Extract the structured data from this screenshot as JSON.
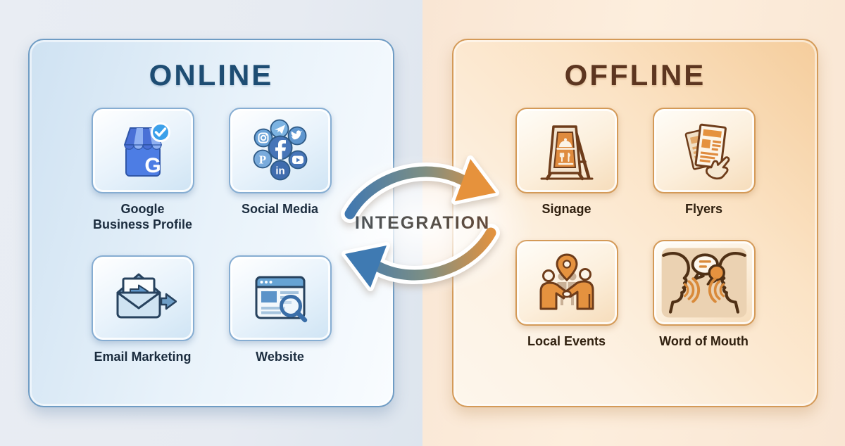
{
  "center": {
    "label": "INTEGRATION"
  },
  "online": {
    "title": "ONLINE",
    "items": [
      {
        "label": "Google Business Profile",
        "line1": "Google",
        "line2": "Business Profile",
        "icon": "google-business-profile-icon"
      },
      {
        "label": "Social Media",
        "icon": "social-media-icon"
      },
      {
        "label": "Email Marketing",
        "icon": "email-marketing-icon"
      },
      {
        "label": "Website",
        "icon": "website-icon"
      }
    ]
  },
  "offline": {
    "title": "OFFLINE",
    "items": [
      {
        "label": "Signage",
        "icon": "signage-icon"
      },
      {
        "label": "Flyers",
        "icon": "flyers-icon"
      },
      {
        "label": "Local Events",
        "icon": "local-events-icon"
      },
      {
        "label": "Word of Mouth",
        "icon": "word-of-mouth-icon"
      }
    ]
  },
  "social_icons": [
    "instagram",
    "telegram",
    "twitter",
    "facebook",
    "pinterest",
    "youtube",
    "linkedin"
  ],
  "colors": {
    "online_title": "#1e4d73",
    "offline_title": "#5d3620",
    "arrow_blue": "#3f7ab2",
    "arrow_orange": "#e9963c",
    "online_card_border": "#86add2",
    "offline_card_border": "#d49a58"
  }
}
